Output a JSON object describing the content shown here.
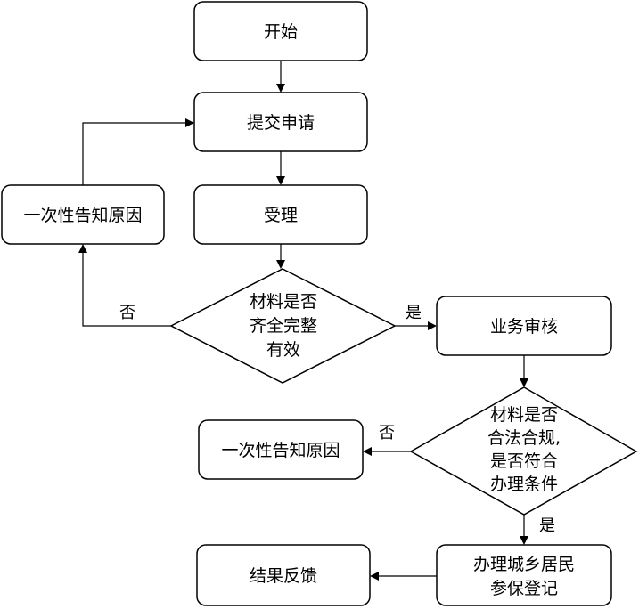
{
  "nodes": {
    "start": "开始",
    "submit": "提交申请",
    "accept": "受理",
    "notify_left": "一次性告知原因",
    "check_materials": [
      "材料是否",
      "齐全完整",
      "有效"
    ],
    "business_review": "业务审核",
    "check_legal": [
      "材料是否",
      "合法合规,",
      "是否符合",
      "办理条件"
    ],
    "notify_bottom": "一次性告知原因",
    "process": [
      "办理城乡居民",
      "参保登记"
    ],
    "feedback": "结果反馈"
  },
  "edges": {
    "materials_no": "否",
    "materials_yes": "是",
    "legal_no": "否",
    "legal_yes": "是"
  }
}
